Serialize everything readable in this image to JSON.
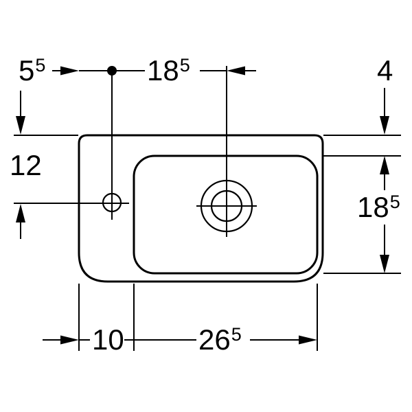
{
  "colors": {
    "line": "#000000",
    "background": "#ffffff"
  },
  "dims": {
    "top_left": {
      "main": "5",
      "sup": "5"
    },
    "top_center": {
      "main": "18",
      "sup": "5"
    },
    "top_right": {
      "main": "4"
    },
    "left": {
      "main": "12"
    },
    "right": {
      "main": "18",
      "sup": "5"
    },
    "bottom_left": {
      "main": "10"
    },
    "bottom_center": {
      "main": "26",
      "sup": "5"
    }
  }
}
